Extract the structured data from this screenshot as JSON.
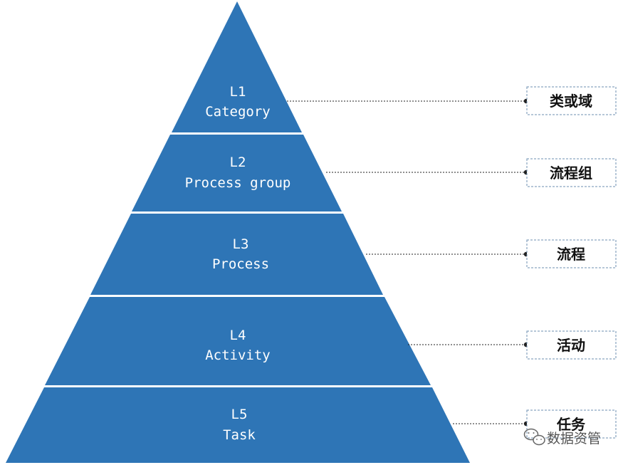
{
  "colors": {
    "pyramid_fill": "#2e75b6",
    "band_separator": "#ffffff",
    "connector": "#222222",
    "label_box_border": "#6e8fb0",
    "label_text": "#111111",
    "watermark": "#555555"
  },
  "levels": [
    {
      "code": "L1",
      "name": "Category",
      "cn_label": "类或域"
    },
    {
      "code": "L2",
      "name": "Process group",
      "cn_label": "流程组"
    },
    {
      "code": "L3",
      "name": "Process",
      "cn_label": "流程"
    },
    {
      "code": "L4",
      "name": "Activity",
      "cn_label": "活动"
    },
    {
      "code": "L5",
      "name": "Task",
      "cn_label": "任务"
    }
  ],
  "watermark": {
    "text": "数据资管",
    "icon": "wechat-chat-bubbles-icon"
  }
}
